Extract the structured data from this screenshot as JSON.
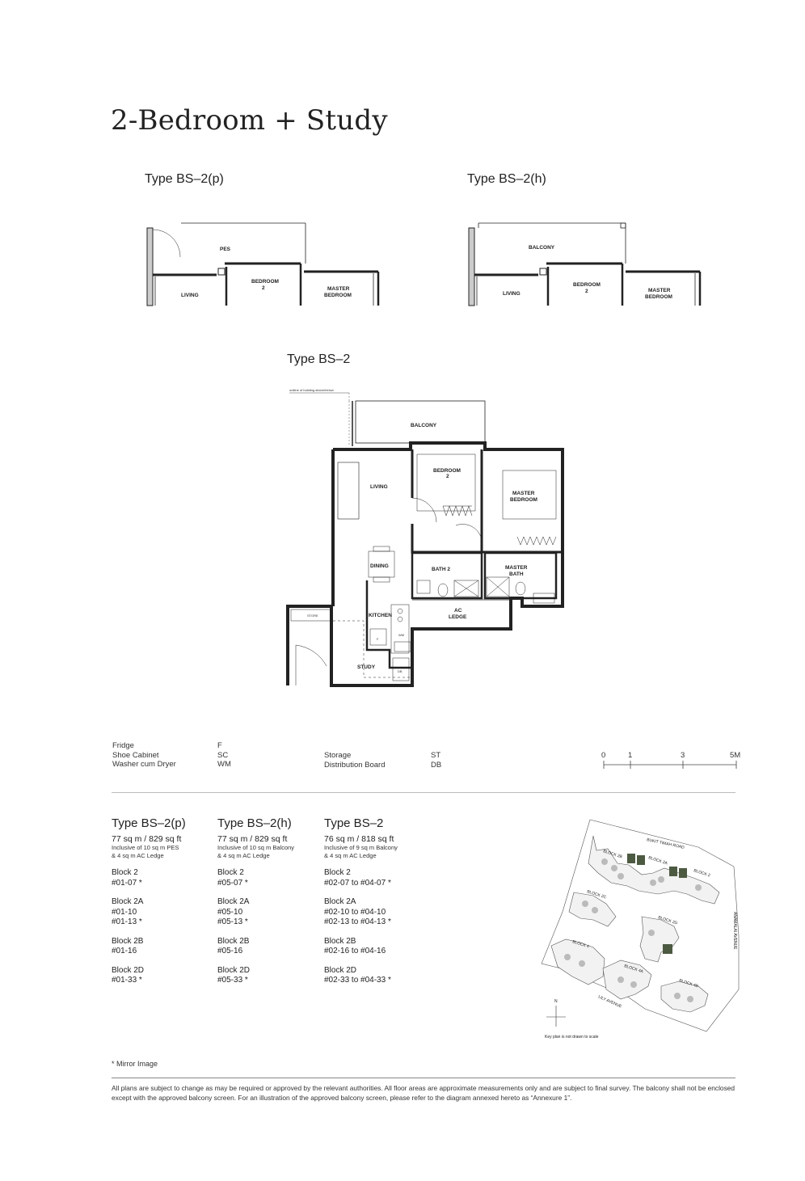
{
  "page_title": "2-Bedroom + Study",
  "plans": {
    "bs2p": {
      "label": "Type BS–2(p)",
      "rooms": {
        "pes": "PES",
        "living": "LIVING",
        "bedroom2_a": "BEDROOM",
        "bedroom2_b": "2",
        "master_a": "MASTER",
        "master_b": "BEDROOM"
      }
    },
    "bs2h": {
      "label": "Type BS–2(h)",
      "rooms": {
        "balcony": "BALCONY",
        "living": "LIVING",
        "bedroom2_a": "BEDROOM",
        "bedroom2_b": "2",
        "master_a": "MASTER",
        "master_b": "BEDROOM"
      }
    },
    "bs2": {
      "label": "Type BS–2",
      "outline_note": "outline of building above/below",
      "rooms": {
        "balcony": "BALCONY",
        "living": "LIVING",
        "bedroom2_a": "BEDROOM",
        "bedroom2_b": "2",
        "master_a": "MASTER",
        "master_b": "BEDROOM",
        "dining": "DINING",
        "bath2": "BATH 2",
        "master_bath_a": "MASTER",
        "master_bath_b": "BATH",
        "ac_a": "AC",
        "ac_b": "LEDGE",
        "kitchen": "KITCHEN",
        "study": "STUDY",
        "store": "STORE",
        "f": "F",
        "wm": "WM",
        "db": "DB"
      }
    }
  },
  "legend": {
    "col1": [
      {
        "name": "Fridge",
        "abbr": "F"
      },
      {
        "name": "Shoe Cabinet",
        "abbr": "SC"
      },
      {
        "name": "Washer cum Dryer",
        "abbr": "WM"
      }
    ],
    "col2": [
      {
        "name": "Storage",
        "abbr": "ST"
      },
      {
        "name": "Distribution Board",
        "abbr": "DB"
      }
    ]
  },
  "scale_bar": {
    "ticks": [
      "0",
      "1",
      "3",
      "5M"
    ]
  },
  "units": [
    {
      "type": "Type BS–2(p)",
      "area": "77 sq m / 829 sq ft",
      "note1": "Inclusive of 10 sq m PES",
      "note2": "& 4 sq m AC Ledge",
      "blocks": [
        {
          "name": "Block 2",
          "units": [
            "#01-07 *"
          ]
        },
        {
          "name": "Block 2A",
          "units": [
            "#01-10",
            "#01-13 *"
          ]
        },
        {
          "name": "Block 2B",
          "units": [
            "#01-16"
          ]
        },
        {
          "name": "Block 2D",
          "units": [
            "#01-33 *"
          ]
        }
      ]
    },
    {
      "type": "Type BS–2(h)",
      "area": "77 sq m / 829 sq ft",
      "note1": "Inclusive of 10 sq m Balcony",
      "note2": "& 4 sq m AC Ledge",
      "blocks": [
        {
          "name": "Block 2",
          "units": [
            "#05-07 *"
          ]
        },
        {
          "name": "Block 2A",
          "units": [
            "#05-10",
            "#05-13 *"
          ]
        },
        {
          "name": "Block 2B",
          "units": [
            "#05-16"
          ]
        },
        {
          "name": "Block 2D",
          "units": [
            "#05-33 *"
          ]
        }
      ]
    },
    {
      "type": "Type BS–2",
      "area": "76 sq m / 818 sq ft",
      "note1": "Inclusive of 9 sq m Balcony",
      "note2": "& 4 sq m AC Ledge",
      "blocks": [
        {
          "name": "Block 2",
          "units": [
            "#02-07  to  #04-07 *"
          ]
        },
        {
          "name": "Block 2A",
          "units": [
            "#02-10  to  #04-10",
            "#02-13  to  #04-13 *"
          ]
        },
        {
          "name": "Block 2B",
          "units": [
            "#02-16  to  #04-16"
          ]
        },
        {
          "name": "Block 2D",
          "units": [
            "#02-33  to  #04-33 *"
          ]
        }
      ]
    }
  ],
  "key_plan": {
    "roads": {
      "north": "BUKIT TIMAH ROAD",
      "east": "ANAMALAI AVENUE",
      "south": "LILY AVENUE"
    },
    "blocks": {
      "b2b": "BLOCK 2B",
      "b2a": "BLOCK 2A",
      "b2": "BLOCK 2",
      "b2c": "BLOCK 2C",
      "b2d": "BLOCK 2D",
      "b4": "BLOCK 4",
      "b4a": "BLOCK 4A",
      "b4b": "BLOCK 4B"
    },
    "north_label": "N",
    "note": "Key plan is not drawn to scale",
    "highlight_color": "#4d5a42"
  },
  "footer": {
    "mirror_note": "* Mirror Image",
    "disclaimer": "All plans are subject to change as may be required or approved by the relevant authorities. All floor areas are approximate measurements only and are subject to final survey. The balcony shall not be enclosed except with the approved balcony screen. For an illustration of the approved balcony screen, please refer to the diagram annexed hereto as “Annexure 1”."
  }
}
